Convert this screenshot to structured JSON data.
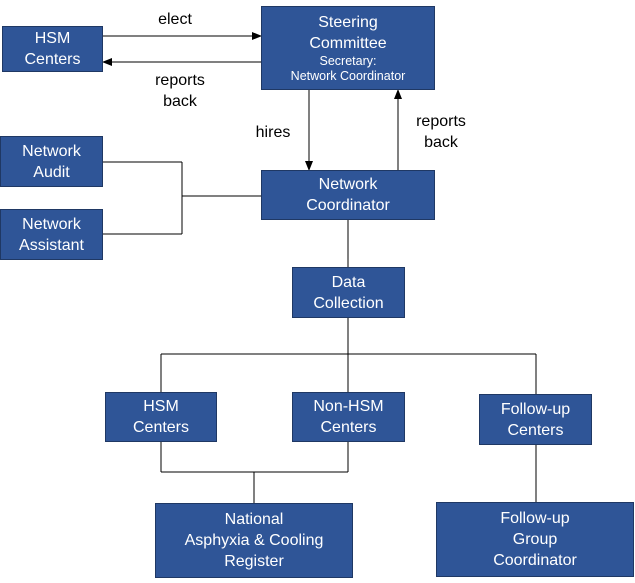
{
  "colors": {
    "box_fill": "#2f5597",
    "box_border": "#1f3864",
    "box_text": "#ffffff",
    "line": "#000000"
  },
  "nodes": {
    "hsm_centers_top": {
      "line1": "HSM",
      "line2": "Centers"
    },
    "steering_committee": {
      "line1": "Steering",
      "line2": "Committee",
      "line3": "Secretary:",
      "line4": "Network Coordinator"
    },
    "network_audit": {
      "line1": "Network",
      "line2": "Audit"
    },
    "network_assistant": {
      "line1": "Network",
      "line2": "Assistant"
    },
    "network_coordinator": {
      "line1": "Network",
      "line2": "Coordinator"
    },
    "data_collection": {
      "line1": "Data",
      "line2": "Collection"
    },
    "hsm_centers_bottom": {
      "line1": "HSM",
      "line2": "Centers"
    },
    "non_hsm_centers": {
      "line1": "Non-HSM",
      "line2": "Centers"
    },
    "follow_up_centers": {
      "line1": "Follow-up",
      "line2": "Centers"
    },
    "national_register": {
      "line1": "National",
      "line2": "Asphyxia & Cooling",
      "line3": "Register"
    },
    "follow_up_group_coordinator": {
      "line1": "Follow-up",
      "line2": "Group",
      "line3": "Coordinator"
    }
  },
  "edge_labels": {
    "elect": "elect",
    "reports_back_top": {
      "line1": "reports",
      "line2": "back"
    },
    "hires": "hires",
    "reports_back_right": {
      "line1": "reports",
      "line2": "back"
    }
  }
}
